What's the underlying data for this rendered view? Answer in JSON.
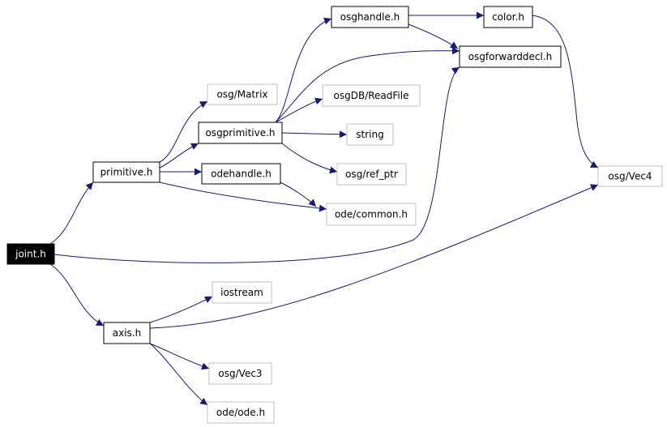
{
  "colors": {
    "edge": "#191970",
    "node_border_dark": "#000000",
    "node_border_gray": "#bfbfbf",
    "node_fill": "#ffffff",
    "root_fill": "#000000",
    "root_text": "#ffffff",
    "text": "#000000"
  },
  "nodes": [
    {
      "id": "joint",
      "label": "joint.h",
      "kind": "root"
    },
    {
      "id": "primitive",
      "label": "primitive.h",
      "kind": "doc"
    },
    {
      "id": "axis",
      "label": "axis.h",
      "kind": "doc"
    },
    {
      "id": "osgprim",
      "label": "osgprimitive.h",
      "kind": "doc"
    },
    {
      "id": "odehandle",
      "label": "odehandle.h",
      "kind": "doc"
    },
    {
      "id": "osghandle",
      "label": "osghandle.h",
      "kind": "doc"
    },
    {
      "id": "color",
      "label": "color.h",
      "kind": "doc"
    },
    {
      "id": "osgfwd",
      "label": "osgforwarddecl.h",
      "kind": "doc"
    },
    {
      "id": "osgmatrix",
      "label": "osg/Matrix",
      "kind": "ext"
    },
    {
      "id": "osgdb",
      "label": "osgDB/ReadFile",
      "kind": "ext"
    },
    {
      "id": "string",
      "label": "string",
      "kind": "ext"
    },
    {
      "id": "refptr",
      "label": "osg/ref_ptr",
      "kind": "ext"
    },
    {
      "id": "odecommon",
      "label": "ode/common.h",
      "kind": "ext"
    },
    {
      "id": "vec4",
      "label": "osg/Vec4",
      "kind": "ext"
    },
    {
      "id": "iostream",
      "label": "iostream",
      "kind": "ext"
    },
    {
      "id": "vec3",
      "label": "osg/Vec3",
      "kind": "ext"
    },
    {
      "id": "odeode",
      "label": "ode/ode.h",
      "kind": "ext"
    }
  ],
  "edges": [
    {
      "from": "joint",
      "to": "primitive"
    },
    {
      "from": "joint",
      "to": "osgfwd"
    },
    {
      "from": "joint",
      "to": "axis"
    },
    {
      "from": "primitive",
      "to": "osgmatrix"
    },
    {
      "from": "primitive",
      "to": "osgprim"
    },
    {
      "from": "primitive",
      "to": "odehandle"
    },
    {
      "from": "primitive",
      "to": "odecommon"
    },
    {
      "from": "osgprim",
      "to": "osghandle"
    },
    {
      "from": "osgprim",
      "to": "osgfwd"
    },
    {
      "from": "osgprim",
      "to": "osgdb"
    },
    {
      "from": "osgprim",
      "to": "string"
    },
    {
      "from": "osgprim",
      "to": "refptr"
    },
    {
      "from": "osghandle",
      "to": "color"
    },
    {
      "from": "osghandle",
      "to": "osgfwd"
    },
    {
      "from": "color",
      "to": "vec4"
    },
    {
      "from": "odehandle",
      "to": "odecommon"
    },
    {
      "from": "axis",
      "to": "vec4"
    },
    {
      "from": "axis",
      "to": "iostream"
    },
    {
      "from": "axis",
      "to": "vec3"
    },
    {
      "from": "axis",
      "to": "odeode"
    }
  ]
}
